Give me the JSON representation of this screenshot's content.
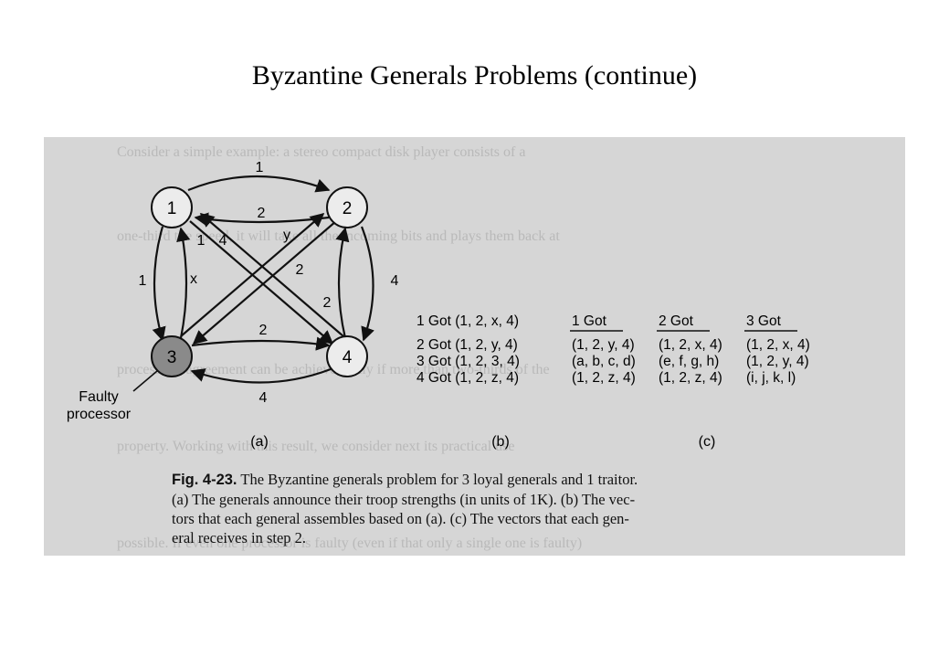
{
  "title": "Byzantine Generals Problems (continue)",
  "figure": {
    "nodes": [
      {
        "id": "1",
        "label": "1",
        "faulty": false
      },
      {
        "id": "2",
        "label": "2",
        "faulty": false
      },
      {
        "id": "3",
        "label": "3",
        "faulty": true
      },
      {
        "id": "4",
        "label": "4",
        "faulty": false
      }
    ],
    "edge_labels": {
      "e12": "1",
      "e21": "2",
      "e32": "y",
      "e24": "4",
      "e13": "1",
      "e31": "x",
      "e14": "1",
      "e41": "4",
      "e23": "2",
      "e42": "2",
      "e34": "2",
      "e43": "4"
    },
    "faulty_label_line1": "Faulty",
    "faulty_label_line2": "processor",
    "part_labels": {
      "a": "(a)",
      "b": "(b)",
      "c": "(c)"
    },
    "vectors_b": [
      "1 Got (1, 2, x, 4)",
      "2 Got (1, 2, y, 4)",
      "3 Got (1, 2, 3, 4)",
      "4 Got (1, 2, z, 4)"
    ],
    "table_c": {
      "headers": [
        "1 Got",
        "2 Got",
        "3 Got"
      ],
      "rows": [
        [
          "(1, 2, y, 4)",
          "(1, 2, x, 4)",
          "(1, 2, x, 4)"
        ],
        [
          "(a, b, c, d)",
          "(e, f, g, h)",
          "(1, 2, y, 4)"
        ],
        [
          "(1, 2, z, 4)",
          "(1, 2, z, 4)",
          "(i, j, k, l)"
        ]
      ]
    },
    "caption": {
      "label": "Fig. 4-23.",
      "line1": "The Byzantine generals problem for 3 loyal generals and 1 traitor.",
      "line2": "(a) The generals announce their troop strengths (in units of 1K).  (b) The vec-",
      "line3": "tors that each general assembles based on (a).  (c) The vectors that each gen-",
      "line4": "eral receives in step 2."
    },
    "colors": {
      "background": "#d6d6d6",
      "ink": "#111111",
      "faulty_node": "#8a8a8a"
    }
  }
}
